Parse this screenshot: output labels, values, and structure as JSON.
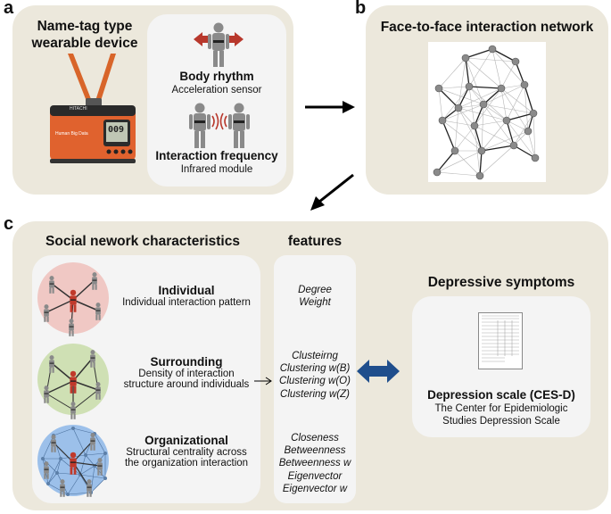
{
  "panel_a": {
    "letter": "a",
    "title_line1": "Name-tag type",
    "title_line2": "wearable device",
    "device_brand": "HITACHI",
    "device_label": "Human Big Data",
    "device_screen": "009",
    "body_rhythm_title": "Body rhythm",
    "body_rhythm_desc": "Acceleration sensor",
    "interaction_title": "Interaction frequency",
    "interaction_desc": "Infrared module"
  },
  "panel_b": {
    "letter": "b",
    "title": "Face-to-face interaction network"
  },
  "panel_c": {
    "letter": "c",
    "social_title": "Social nework characteristics",
    "features_title": "features",
    "rows": [
      {
        "title": "Individual",
        "desc1": "Individual interaction pattern",
        "desc2": ""
      },
      {
        "title": "Surrounding",
        "desc1": "Density of interaction",
        "desc2": "structure around individuals"
      },
      {
        "title": "Organizational",
        "desc1": "Structural centrality across",
        "desc2": "the organization interaction"
      }
    ],
    "feature_groups": [
      [
        "Degree",
        "Weight"
      ],
      [
        "Clusteirng",
        "Clustering w(B)",
        "Clustering w(O)",
        "Clustering w(Z)"
      ],
      [
        "Closeness",
        "Betweenness",
        "Betweenness w",
        "Eigenvector",
        "Eigenvector w"
      ]
    ],
    "depressive_title": "Depressive symptoms",
    "scale_title": "Depression scale (CES-D)",
    "scale_desc1": "The Center for Epidemiologic",
    "scale_desc2": "Studies Depression Scale"
  },
  "colors": {
    "panel_bg": "#ece8dc",
    "inner_bg": "#f4f4f4",
    "device_orange": "#e0622e",
    "strap_orange": "#d8652a",
    "arrow_red": "#b8382c",
    "person_gray": "#8a8a8a",
    "person_red": "#c0392b",
    "individual_circle": "#f0c8c4",
    "surrounding_circle": "#cfe0b4",
    "organizational_circle": "#9cc0ea",
    "double_arrow_blue": "#1f4e8c"
  }
}
